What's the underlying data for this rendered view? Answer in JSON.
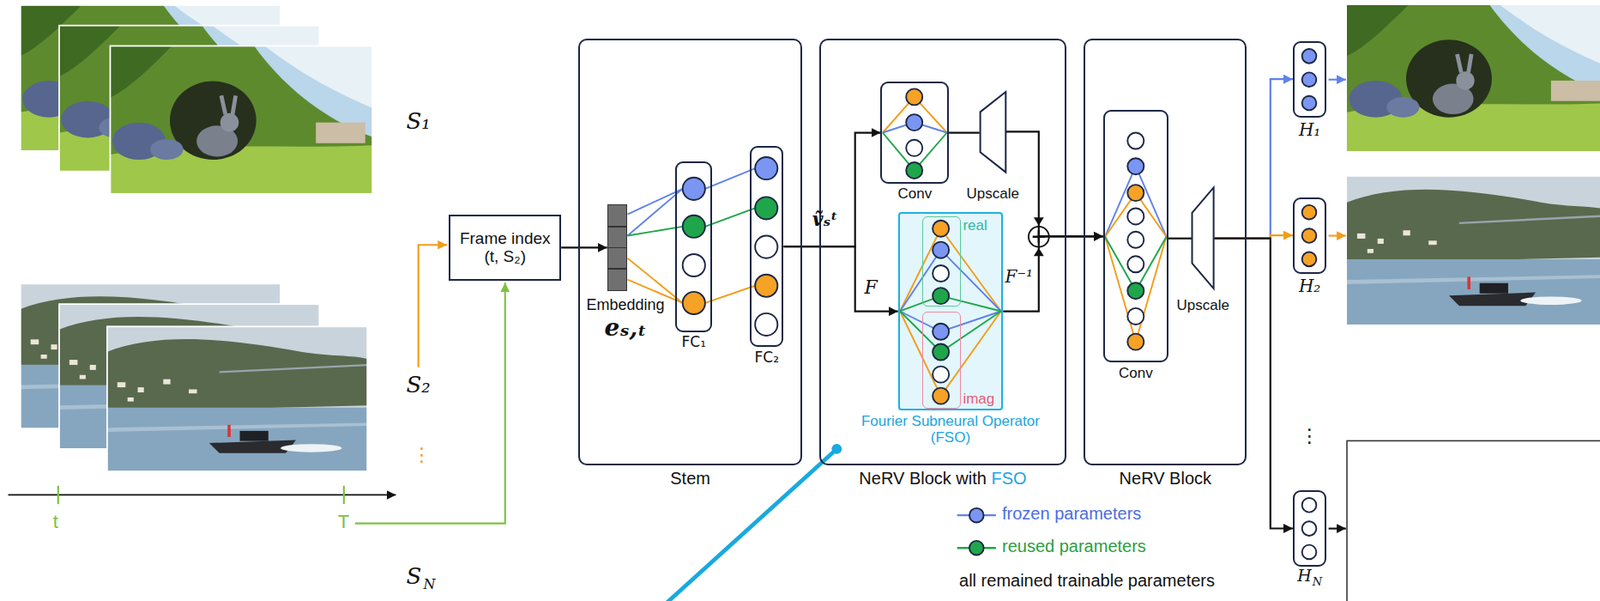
{
  "diagram": {
    "nodes": [
      {
        "text": [
          "Frame index (t, S₂)"
        ]
      },
      {
        "text": [
          "Stem"
        ]
      },
      {
        "text": [
          "Embedding",
          "eₛ,ₜ"
        ],
        "in": 1
      },
      {
        "text": [
          "FC₁"
        ],
        "in": 1
      },
      {
        "text": [
          "FC₂"
        ],
        "in": 1
      },
      {
        "text": [
          "NeRV Block with",
          "FSO"
        ]
      },
      {
        "text": [
          "Conv"
        ],
        "in": 5
      },
      {
        "text": [
          "Upscale"
        ],
        "in": 5
      },
      {
        "text": [
          "Fourier Subneural Operator (FSO)"
        ],
        "in": 5
      },
      {
        "text": [
          "real"
        ],
        "in": 8
      },
      {
        "text": [
          "imag"
        ],
        "in": 8
      },
      {
        "text": [
          "NeRV Block"
        ]
      },
      {
        "text": [
          "Conv"
        ],
        "in": 11
      },
      {
        "text": [
          "Upscale"
        ],
        "in": 11
      },
      {
        "text": [
          "H₁"
        ]
      },
      {
        "text": [
          "H₂"
        ]
      },
      {
        "text": [
          "H",
          "N"
        ]
      }
    ],
    "edges": [
      {
        "from": 0,
        "to": 2,
        "arrow": "to"
      },
      {
        "from": 4,
        "to": 6,
        "arrow": "to"
      },
      {
        "from": 4,
        "to": 8,
        "arrow": "to"
      },
      {
        "from": 6,
        "to": 7,
        "arrow": "none"
      },
      {
        "from": 7,
        "to": 12,
        "arrow": "to"
      },
      {
        "from": 8,
        "to": 12,
        "arrow": "to"
      },
      {
        "from": 12,
        "to": 13,
        "arrow": "none"
      },
      {
        "from": 13,
        "to": 14,
        "arrow": "to"
      },
      {
        "from": 13,
        "to": 15,
        "arrow": "to"
      },
      {
        "from": 13,
        "to": 16,
        "arrow": "to"
      }
    ],
    "labels": [
      "S₁",
      "S₂",
      "⋮",
      "S",
      "N",
      "t",
      "T",
      "ṽₛᵗ",
      "F",
      "F⁻¹",
      "⋮"
    ],
    "legend": [
      {
        "text": "frozen parameters"
      },
      {
        "text": "reused parameters"
      },
      {
        "text": "all remained trainable parameters"
      }
    ]
  }
}
